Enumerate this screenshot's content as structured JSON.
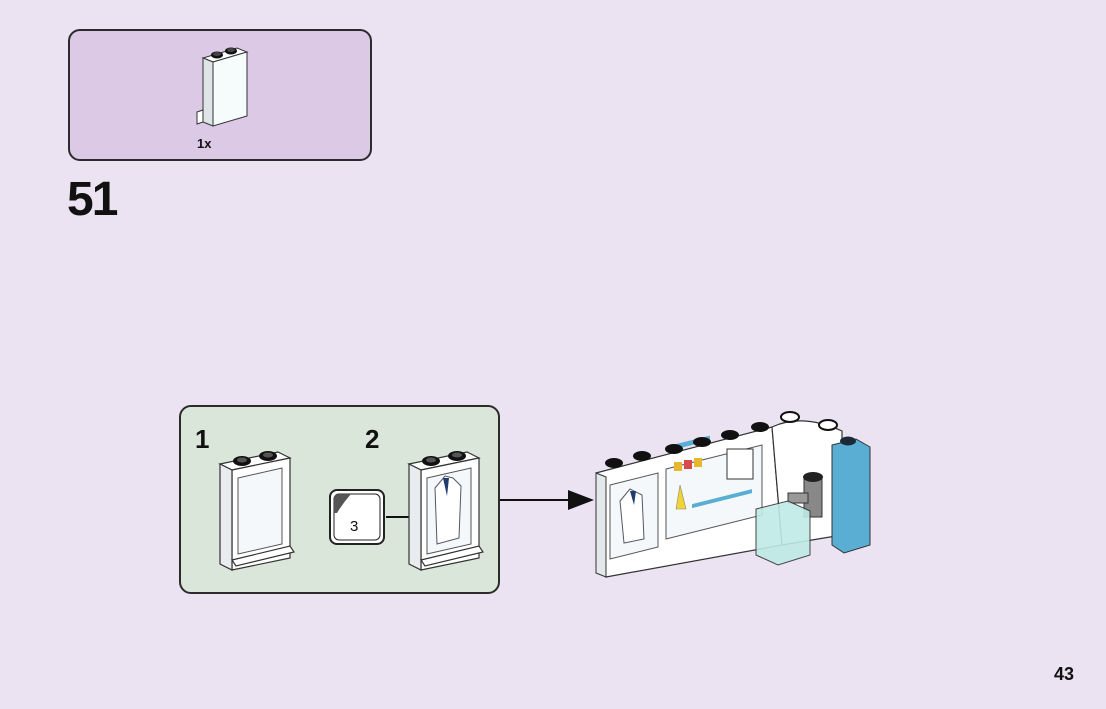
{
  "page": {
    "page_number": "43",
    "step_number": "51"
  },
  "parts_list": {
    "items": [
      {
        "part": "white-1x2x3-window-frame-icon",
        "count": "1x"
      }
    ]
  },
  "substeps": [
    {
      "number": "1",
      "part": "white-window-frame"
    },
    {
      "number": "2",
      "part": "white-window-frame-with-lab-coat-sticker",
      "sticker_number": "3"
    }
  ],
  "result": {
    "description": "lab counter assembly with attached window frame"
  },
  "colors": {
    "background": "#ebe3f2",
    "parts_panel": "#dcc9e5",
    "substep_panel": "#dbe6da",
    "accent_blue": "#5aaed3",
    "coat_navy": "#1f3a6b"
  }
}
